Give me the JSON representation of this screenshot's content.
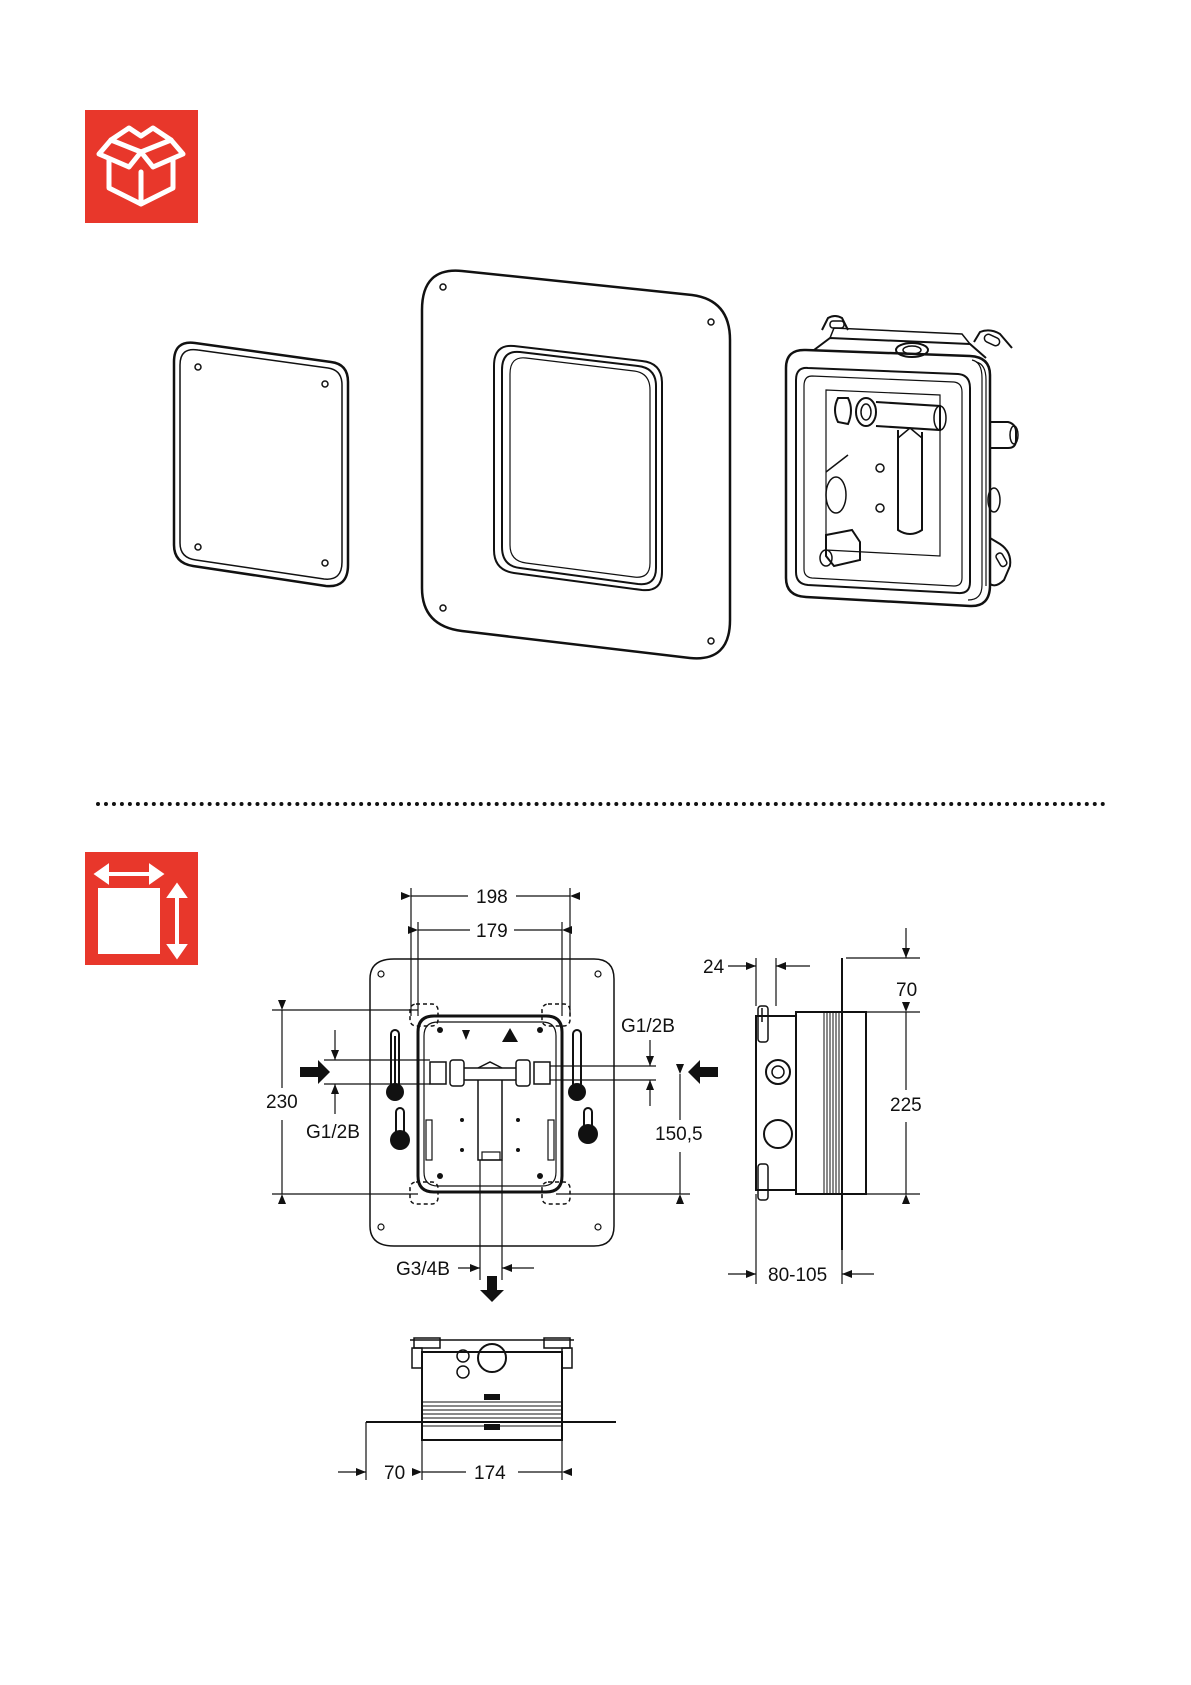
{
  "colors": {
    "accent": "#e8372b",
    "line": "#111111",
    "paper": "#ffffff"
  },
  "sections": {
    "scope_of_delivery": {
      "icon": "box-icon",
      "parts": [
        "cover-plate",
        "wall-rosette",
        "concealed-body"
      ]
    },
    "dimensions": {
      "icon": "dimensions-icon",
      "labels": {
        "width_outer": "198",
        "width_inner": "179",
        "height_left": "230",
        "thread_left": "G1/2B",
        "thread_right": "G1/2B",
        "distance_right": "150,5",
        "thread_bottom": "G3/4B",
        "side_depth_small": "24",
        "side_depth_top": "70",
        "side_height": "225",
        "side_install_depth": "80-105",
        "bottom_offset": "70",
        "bottom_width": "174"
      }
    }
  }
}
